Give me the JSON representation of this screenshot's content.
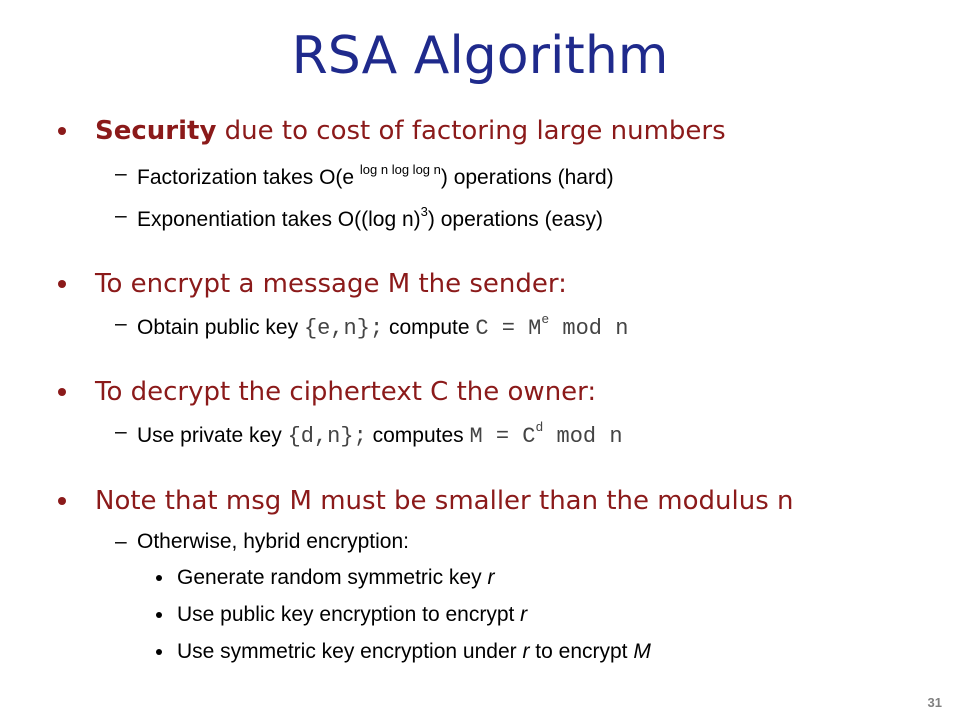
{
  "title": "RSA Algorithm",
  "b1": {
    "bold": "Security",
    "rest": " due to cost of factoring large numbers"
  },
  "b1s1": {
    "pre": "Factorization takes O(e ",
    "sup": "log n log log n",
    "post": ") operations (hard)"
  },
  "b1s2": {
    "pre": "Exponentiation takes O((log n)",
    "sup": "3",
    "post": ") operations (easy)"
  },
  "b2": "To encrypt a message M the sender:",
  "b2s1": {
    "pre": "Obtain public key ",
    "code1": "{e,n};",
    "mid": " compute ",
    "code2": "C = M",
    "sup": "e",
    "code3": " mod n"
  },
  "b3": "To decrypt the ciphertext C the owner:",
  "b3s1": {
    "pre": "Use private key ",
    "code1": "{d,n};",
    "mid": " computes ",
    "code2": "M = C",
    "sup": "d",
    "code3": " mod n"
  },
  "b4": "Note that msg M must be smaller than the modulus n",
  "b4s1": "Otherwise, hybrid encryption:",
  "b4s1a": {
    "pre": "Generate random symmetric key ",
    "it": "r"
  },
  "b4s1b": {
    "pre": "Use public key encryption to encrypt ",
    "it": "r"
  },
  "b4s1c": {
    "pre": "Use symmetric key encryption under ",
    "it1": "r",
    "mid": " to encrypt ",
    "it2": "M"
  },
  "page_number": "31",
  "colors": {
    "title": "#1f2a8c",
    "bullet": "#8b1a1a",
    "code": "#444444"
  }
}
